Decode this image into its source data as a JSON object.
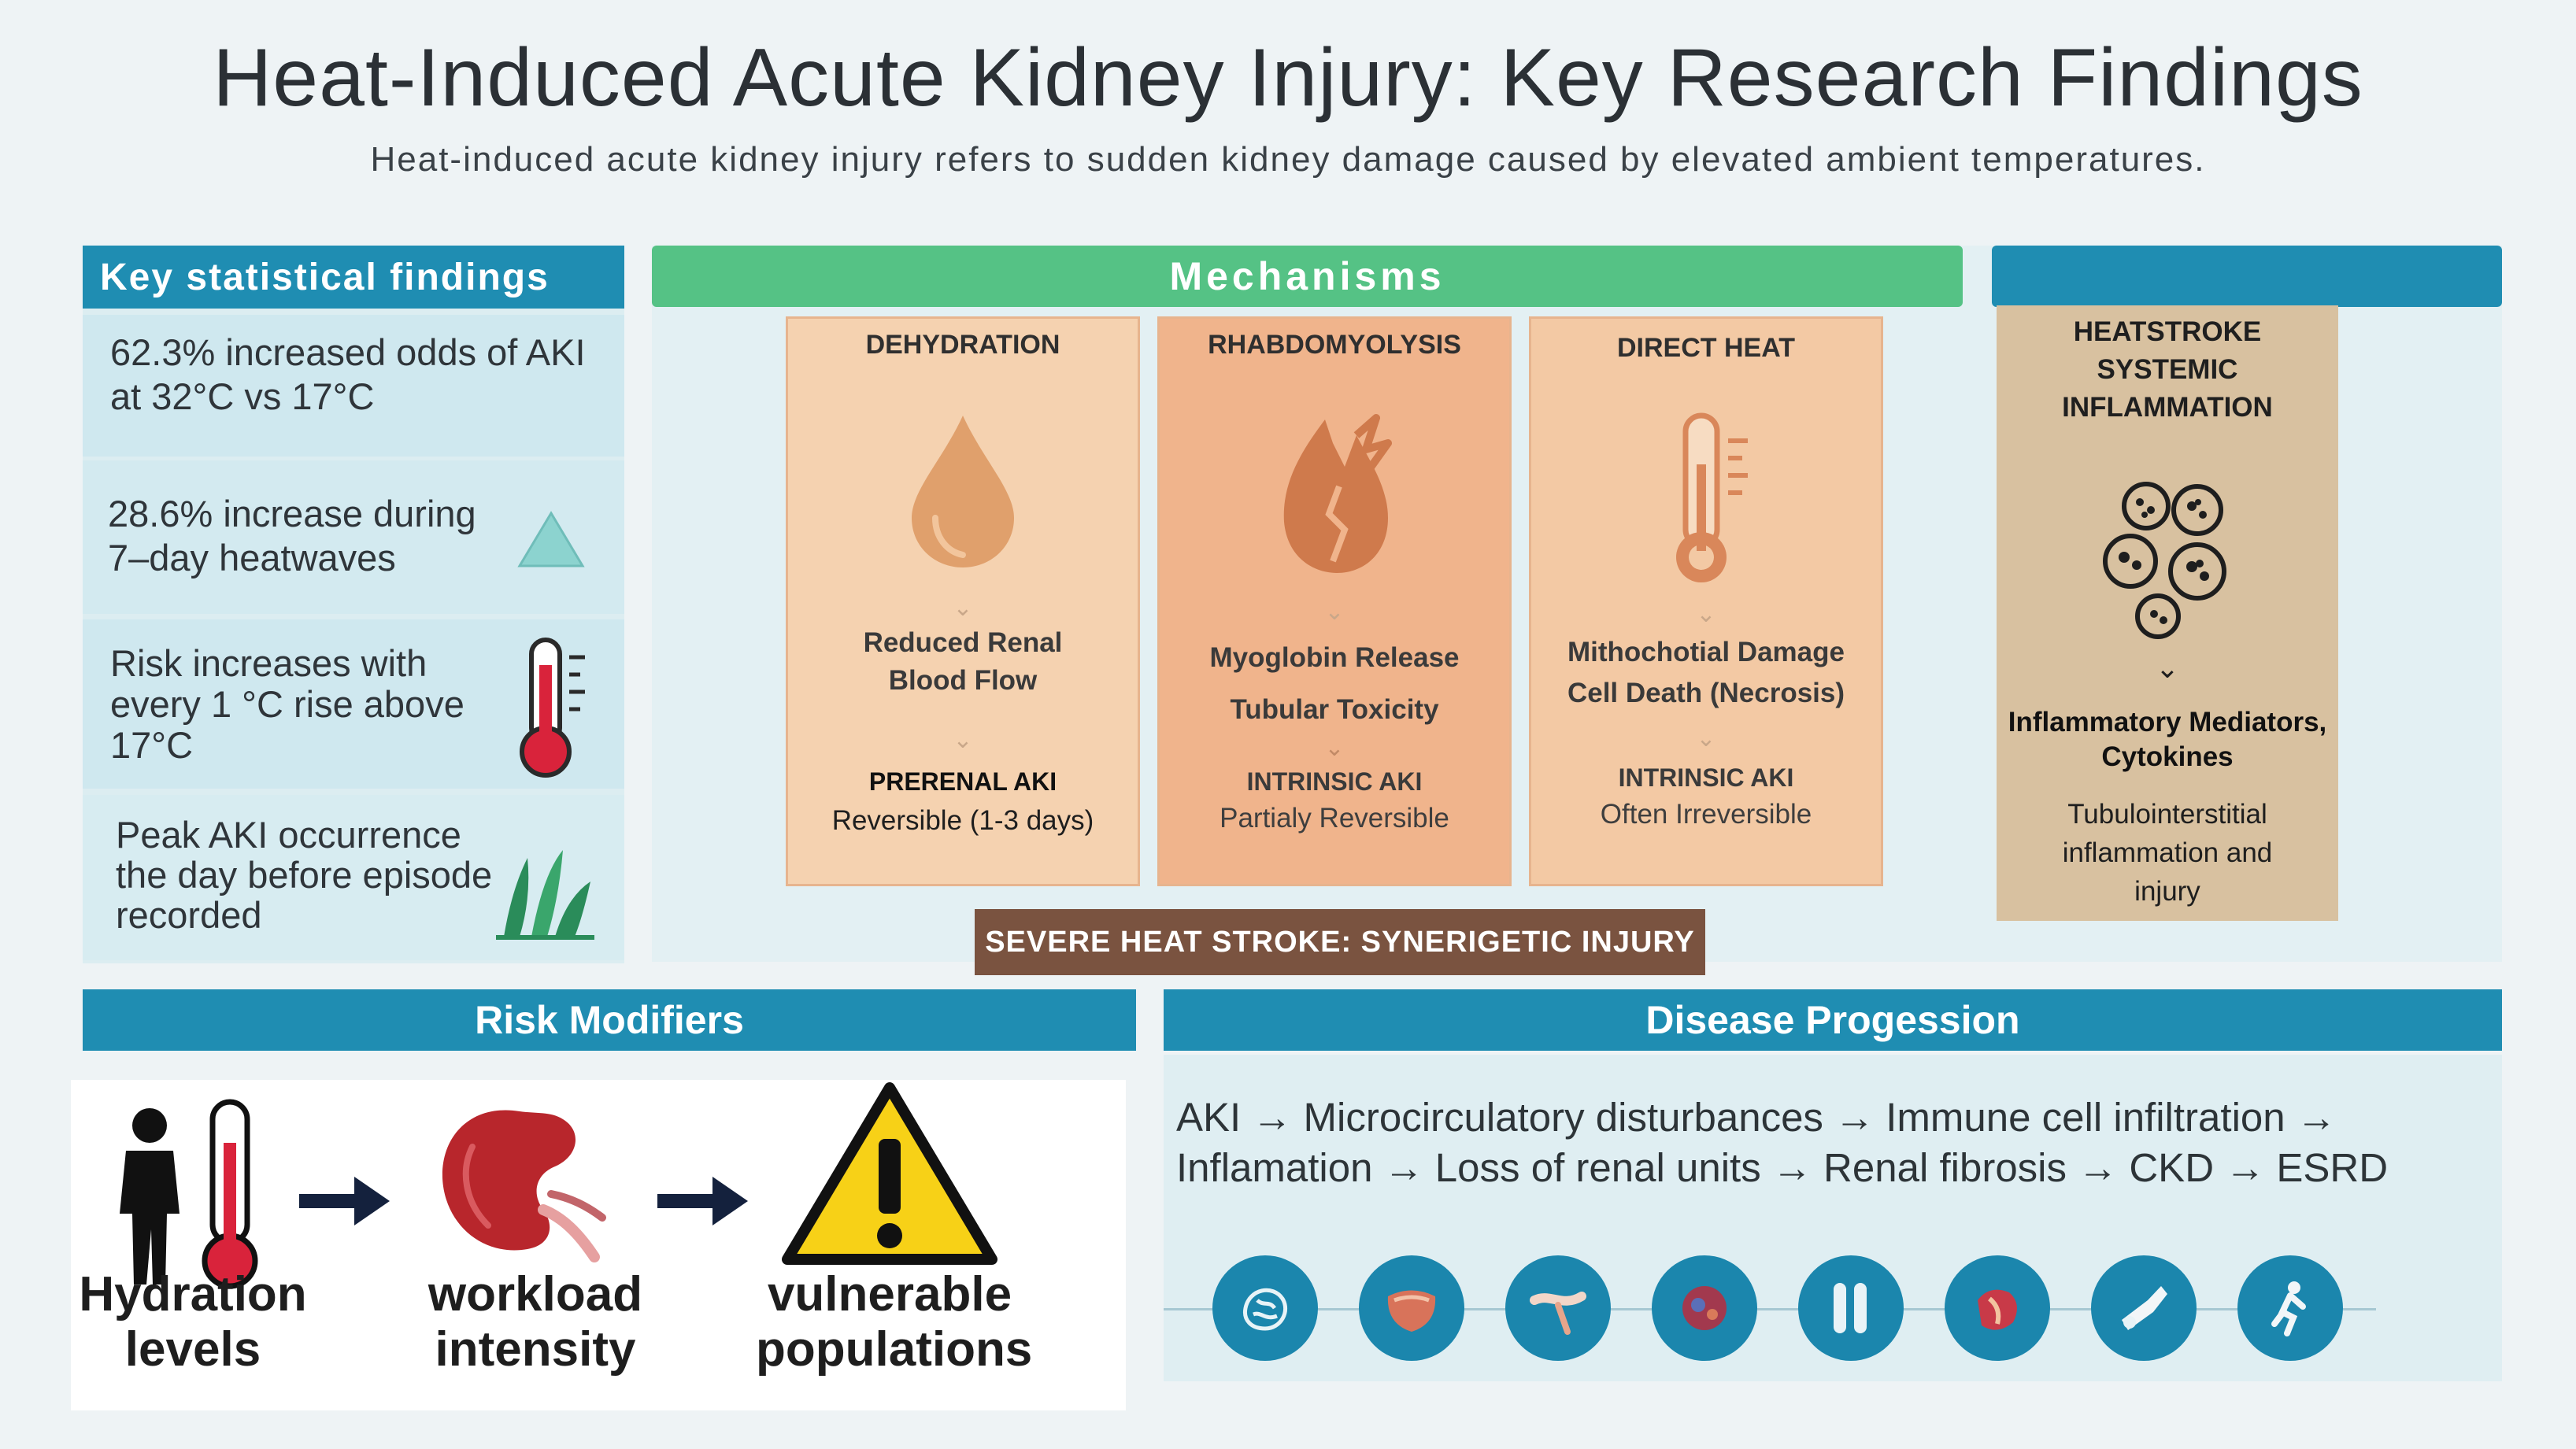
{
  "title": "Heat-Induced Acute Kidney Injury: Key Research Findings",
  "subtitle": "Heat-induced acute kidney injury refers to sudden kidney damage caused by elevated ambient temperatures.",
  "stats": {
    "header": "Key statistical findings",
    "items": [
      {
        "text": "62.3% increased odds of AKI at 32°C vs 17°C"
      },
      {
        "text": "28.6% increase during 7–day heatwaves",
        "icon": "triangle-icon"
      },
      {
        "text": "Risk increases with every 1 °C rise above 17°C",
        "icon": "thermometer-icon"
      },
      {
        "text": "Peak AKI occurrence the day before episode recorded",
        "icon": "plant-icon"
      }
    ]
  },
  "mechanisms": {
    "header": "Mechanisms",
    "cards": [
      {
        "title": "DEHYDRATION",
        "icon": "water-drop-icon",
        "effect1": "Reduced Renal",
        "effect2": "Blood Flow",
        "type": "PRERENAL AKI",
        "reversibility": "Reversible (1-3 days)"
      },
      {
        "title": "RHABDOMYOLYSIS",
        "icon": "broken-kidney-icon",
        "effect1": "Myoglobin Release",
        "effect2": "Tubular Toxicity",
        "type": "INTRINSIC AKI",
        "reversibility": "Partialy Reversible"
      },
      {
        "title": "DIRECT HEAT",
        "icon": "thermometer-icon",
        "effect1": "Mithochotial Damage",
        "effect2": "Cell Death (Necrosis)",
        "type": "INTRINSIC AKI",
        "reversibility": "Often Irreversible"
      }
    ],
    "heatstroke": {
      "title": "HEATSTROKE SYSTEMIC INFLAMMATION",
      "mediators": "Inflammatory Mediators, Cytokines",
      "result": "Tubulointerstitial inflammation and injury"
    },
    "banner": "SEVERE HEAT STROKE: SYNERIGETIC INJURY"
  },
  "risk_modifiers": {
    "header": "Risk Modifiers",
    "items": [
      {
        "label_line1": "Hydration",
        "label_line2": "levels",
        "icon": "person-thermometer-icon"
      },
      {
        "label_line1": "workload",
        "label_line2": "intensity",
        "icon": "kidney-icon"
      },
      {
        "label_line1": "vulnerable",
        "label_line2": "populations",
        "icon": "warning-icon"
      }
    ]
  },
  "progression": {
    "header": "Disease Progession",
    "line1": "AKI → Microcirculatory disturbances → Immune cell infiltration →",
    "line2": "Inflamation → Loss of renal units → Renal fibrosis → CKD → ESRD",
    "stages": [
      "kidney-tissue-icon",
      "organ-icon",
      "vessel-icon",
      "cell-icon",
      "tubule-icon",
      "fibrosis-icon",
      "damaged-tissue-icon",
      "figure-icon"
    ]
  },
  "colors": {
    "header_blue": "#1f8db2",
    "header_green": "#55c285",
    "card_orange": "#f5d2b0",
    "heatstroke_tan": "#d8c1a0",
    "banner_brown": "#7a5340"
  }
}
